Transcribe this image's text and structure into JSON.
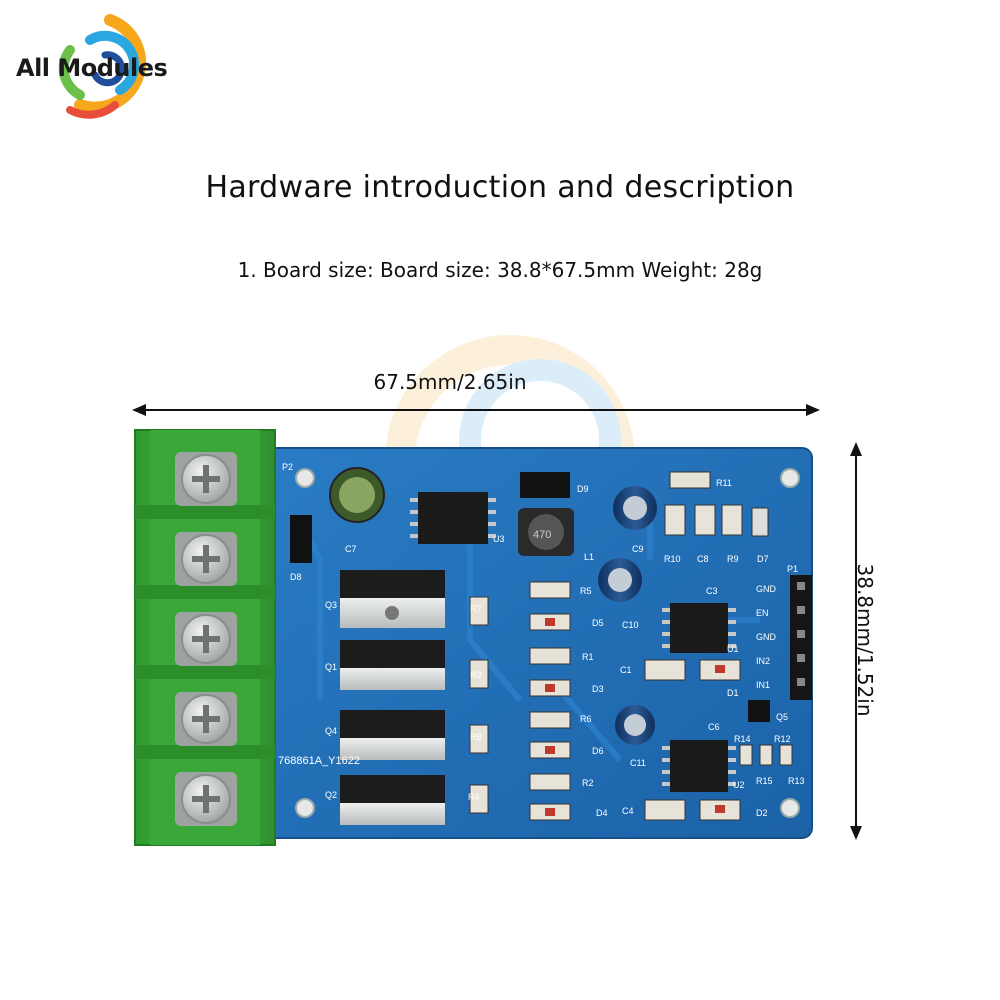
{
  "brand": {
    "logo_text": "All Modules"
  },
  "heading": {
    "title": "Hardware introduction and description",
    "spec_line": "1. Board size: Board size: 38.8*67.5mm Weight: 28g"
  },
  "dimensions": {
    "width_label": "67.5mm/2.65in",
    "height_label": "38.8mm/1.52in"
  },
  "board": {
    "marking": "768861A_Y1622",
    "header_pins": [
      "GND",
      "EN",
      "GND",
      "IN2",
      "IN1"
    ],
    "header_label": "P1",
    "terminal_label": "P2",
    "inductor_marking": "470",
    "component_labels": [
      "D9",
      "R11",
      "C7",
      "U3",
      "L1",
      "C9",
      "R10",
      "C8",
      "R9",
      "D7",
      "D8",
      "Q3",
      "R7",
      "R5",
      "C3",
      "D5",
      "C10",
      "Q1",
      "R3",
      "R1",
      "U1",
      "C1",
      "D3",
      "D1",
      "Q5",
      "Q4",
      "R8",
      "R6",
      "C6",
      "R14",
      "R12",
      "D6",
      "C11",
      "R15",
      "R13",
      "Q2",
      "R2",
      "U2",
      "R4",
      "D4",
      "C4",
      "D2"
    ]
  },
  "colors": {
    "pcb": "#1f6fb8",
    "terminal": "#3ca83a",
    "screw": "#c9ccc9",
    "mosfet_body": "#1c1c1c",
    "mosfet_tab": "#d4d6d6"
  }
}
